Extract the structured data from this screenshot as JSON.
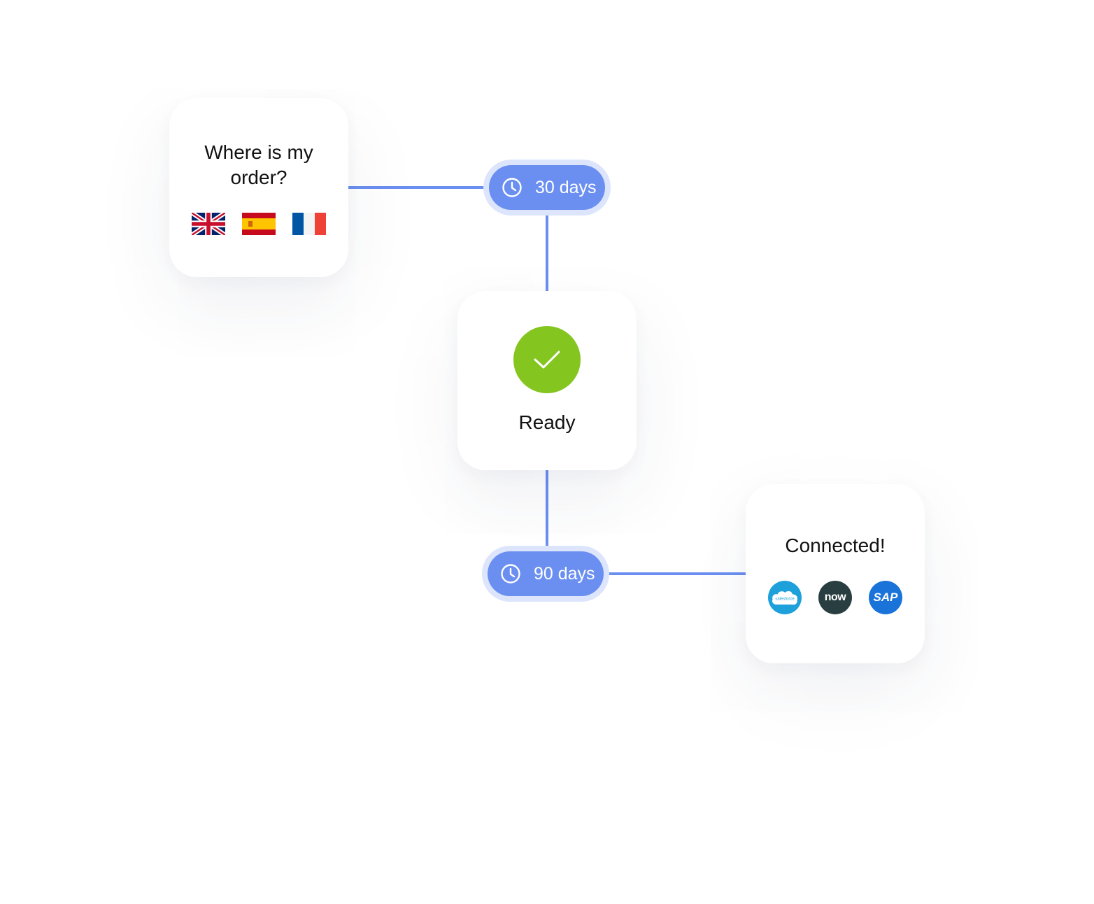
{
  "colors": {
    "connector": "#6b8ff0",
    "pill_fill": "#6b8ff0",
    "pill_halo": "#dce5fc",
    "ready_green": "#84c51f",
    "card_bg": "#ffffff",
    "text": "#111111"
  },
  "nodes": {
    "order": {
      "title": "Where is my order?",
      "flags": [
        "uk-flag-icon",
        "spain-flag-icon",
        "france-flag-icon"
      ]
    },
    "timer_30": {
      "label": "30 days",
      "icon": "clock-icon"
    },
    "ready": {
      "label": "Ready",
      "icon": "checkmark-icon"
    },
    "timer_90": {
      "label": "90 days",
      "icon": "clock-icon"
    },
    "connected": {
      "title": "Connected!",
      "logos": [
        {
          "icon": "salesforce-logo-icon",
          "text": "salesforce",
          "color": "#1ea0db"
        },
        {
          "icon": "servicenow-logo-icon",
          "text": "now",
          "color": "#293e40"
        },
        {
          "icon": "sap-logo-icon",
          "text": "SAP",
          "color": "#1a73d9"
        }
      ]
    }
  },
  "connectors": [
    {
      "from": "order",
      "to": "timer_30"
    },
    {
      "from": "timer_30",
      "to": "ready"
    },
    {
      "from": "ready",
      "to": "timer_90"
    },
    {
      "from": "timer_90",
      "to": "connected"
    }
  ]
}
